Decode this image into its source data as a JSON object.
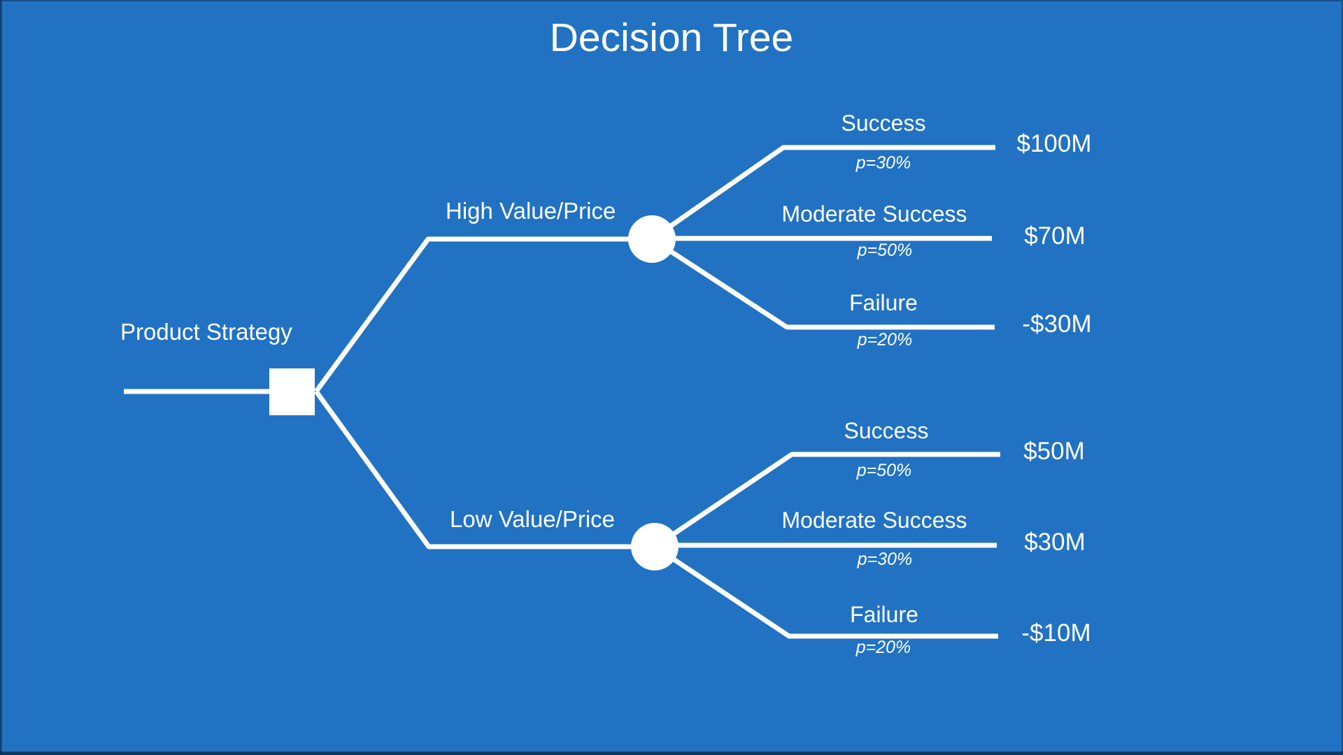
{
  "title": "Decision Tree",
  "colors": {
    "background": "#2272C3",
    "foreground": "#FFFFFF"
  },
  "icons": {
    "decision_node": "white-square",
    "chance_node": "white-circle"
  },
  "tree": {
    "root": {
      "label": "Product Strategy",
      "node_type": "decision"
    },
    "branches": [
      {
        "label": "High Value/Price",
        "node_type": "chance",
        "outcomes": [
          {
            "label": "Success",
            "probability": "p=30%",
            "payoff": "$100M"
          },
          {
            "label": "Moderate Success",
            "probability": "p=50%",
            "payoff": "$70M"
          },
          {
            "label": "Failure",
            "probability": "p=20%",
            "payoff": "-$30M"
          }
        ]
      },
      {
        "label": "Low Value/Price",
        "node_type": "chance",
        "outcomes": [
          {
            "label": "Success",
            "probability": "p=50%",
            "payoff": "$50M"
          },
          {
            "label": "Moderate Success",
            "probability": "p=30%",
            "payoff": "$30M"
          },
          {
            "label": "Failure",
            "probability": "p=20%",
            "payoff": "-$10M"
          }
        ]
      }
    ]
  }
}
